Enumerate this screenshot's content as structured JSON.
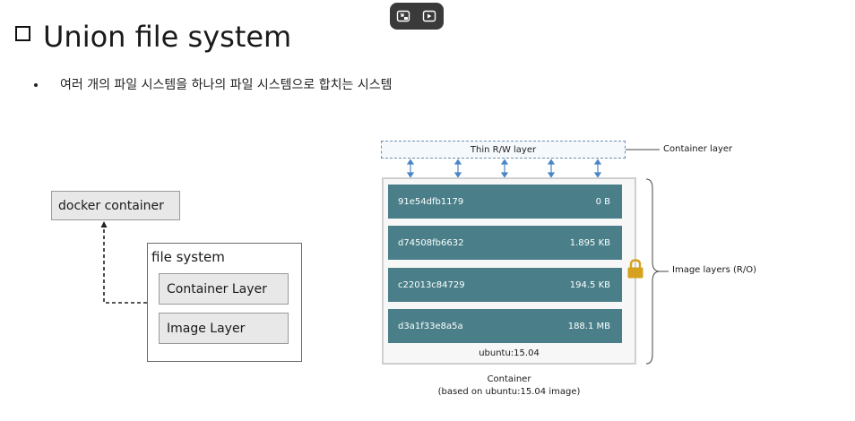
{
  "title": "Union file system",
  "bullet": "여러 개의 파일 시스템을 하나의 파일 시스템으로 합치는 시스템",
  "left_diagram": {
    "docker_container": "docker container",
    "file_system": "file system",
    "container_layer": "Container Layer",
    "image_layer": "Image Layer"
  },
  "right_diagram": {
    "rw_layer": "Thin R/W layer",
    "container_layer_label": "Container layer",
    "image_layers_label": "Image layers (R/O)",
    "layers": [
      {
        "id": "91e54dfb1179",
        "size": "0 B"
      },
      {
        "id": "d74508fb6632",
        "size": "1.895 KB"
      },
      {
        "id": "c22013c84729",
        "size": "194.5 KB"
      },
      {
        "id": "d3a1f33e8a5a",
        "size": "188.1 MB"
      }
    ],
    "base_image": "ubuntu:15.04",
    "caption_line1": "Container",
    "caption_line2": "(based on ubuntu:15.04 image)"
  },
  "colors": {
    "layer_fill": "#4a7f89",
    "rw_border": "#6f90b0",
    "lock": "#d6a21e"
  },
  "icons": [
    "exit-fullscreen-icon",
    "cast-icon",
    "lock-icon"
  ]
}
